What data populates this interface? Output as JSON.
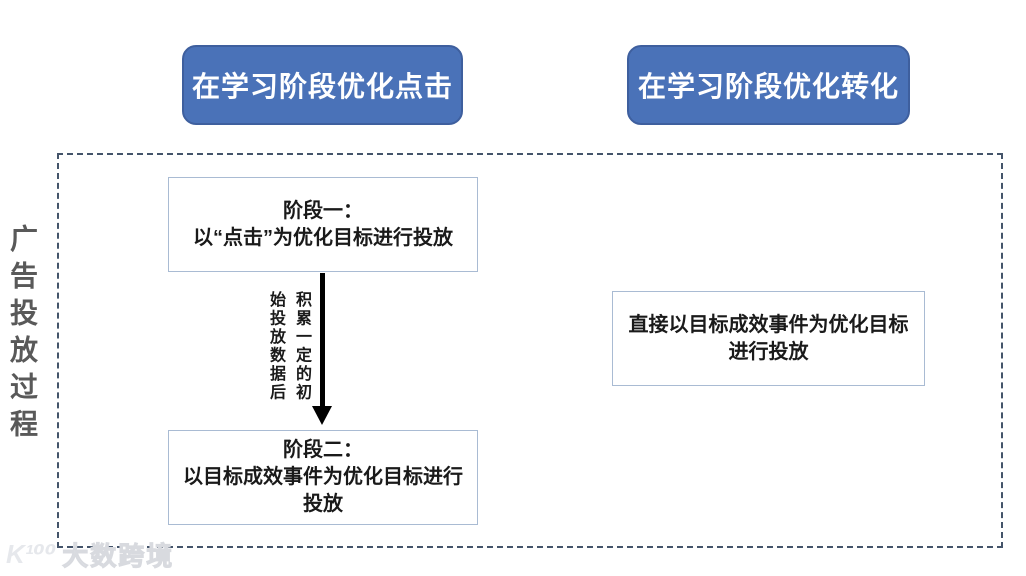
{
  "header": {
    "left_button_label": "在学习阶段优化点击",
    "right_button_label": "在学习阶段优化转化"
  },
  "process": {
    "side_label": "广告投放过程",
    "click_path": {
      "stage1_title": "阶段一：",
      "stage1_body": "以“点击”为优化目标进行投放",
      "arrow_note": "积累一定的初始投放数据后",
      "stage2_title": "阶段二：",
      "stage2_body": "以目标成效事件为优化目标进行投放"
    },
    "conversion_path": {
      "direct_body": "直接以目标成效事件为优化目标进行投放"
    }
  },
  "watermark": {
    "logo": "K¹⁰⁰",
    "brand": "大数跨境"
  },
  "colors": {
    "button_fill": "#4A72B8",
    "button_border": "#3E5F9E",
    "box_border": "#A9BBD3",
    "dashed_border": "#44546A",
    "arrow": "#000000",
    "side_label_text": "#595959",
    "watermark_text": "#E2E4E9"
  }
}
